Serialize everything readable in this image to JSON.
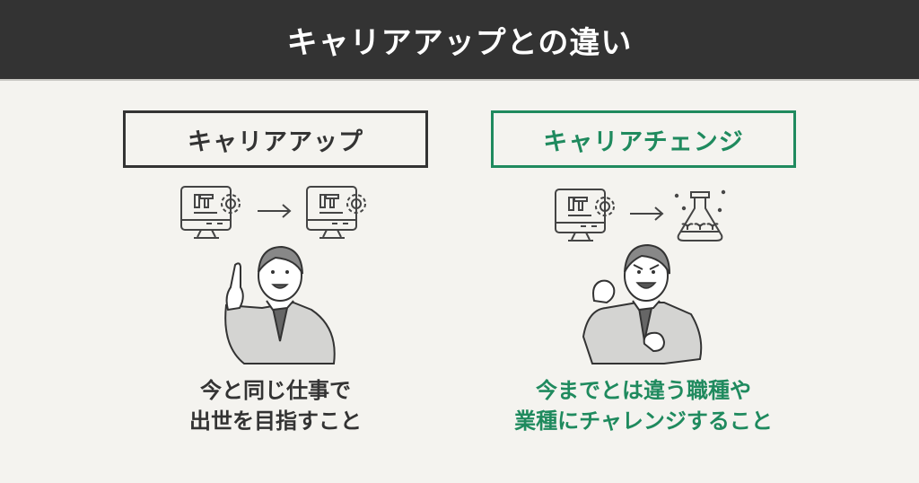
{
  "header": {
    "title": "キャリアアップとの違い"
  },
  "colors": {
    "header_bg": "#333333",
    "page_bg": "#f4f3ef",
    "dark": "#333333",
    "accent_green": "#1f8a5e"
  },
  "left": {
    "label": "キャリアアップ",
    "icons": [
      "monitor-it-gear-icon",
      "arrow-right-icon",
      "monitor-it-gear-icon"
    ],
    "illustration": "businessman-pointing-up",
    "description_line1": "今と同じ仕事で",
    "description_line2": "出世を目指すこと"
  },
  "right": {
    "label": "キャリアチェンジ",
    "icons": [
      "monitor-it-gear-icon",
      "arrow-right-icon",
      "flask-sprouts-icon"
    ],
    "illustration": "businessman-fist-pump",
    "description_line1": "今までとは違う職種や",
    "description_line2": "業種にチャレンジすること"
  }
}
